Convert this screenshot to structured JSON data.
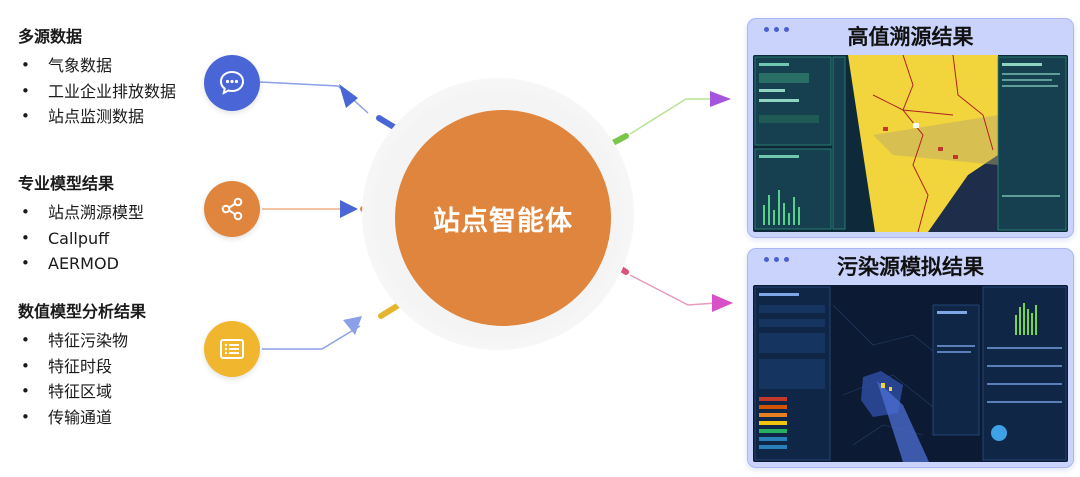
{
  "left_groups": [
    {
      "title": "多源数据",
      "items": [
        "气象数据",
        "工业企业排放数据",
        "站点监测数据"
      ]
    },
    {
      "title": "专业模型结果",
      "items": [
        "站点溯源模型",
        "Callpuff",
        "AERMOD"
      ]
    },
    {
      "title": "数值模型分析结果",
      "items": [
        "特征污染物",
        "特征时段",
        "特征区域",
        "传输通道"
      ]
    }
  ],
  "icons": [
    {
      "name": "chat-icon",
      "color": "#4a66d6"
    },
    {
      "name": "share-icon",
      "color": "#e0853e"
    },
    {
      "name": "list-icon",
      "color": "#f0b72e"
    }
  ],
  "hub": {
    "label": "站点智能体",
    "color": "#e0853e"
  },
  "connector_colors": {
    "blue": "#4a66d6",
    "orange": "#e0853e",
    "yellow": "#e6b52e",
    "green": "#7ac64a",
    "pink": "#d9547a",
    "arrow": "#a455e0"
  },
  "results": [
    {
      "title": "高值溯源结果"
    },
    {
      "title": "污染源模拟结果"
    }
  ]
}
